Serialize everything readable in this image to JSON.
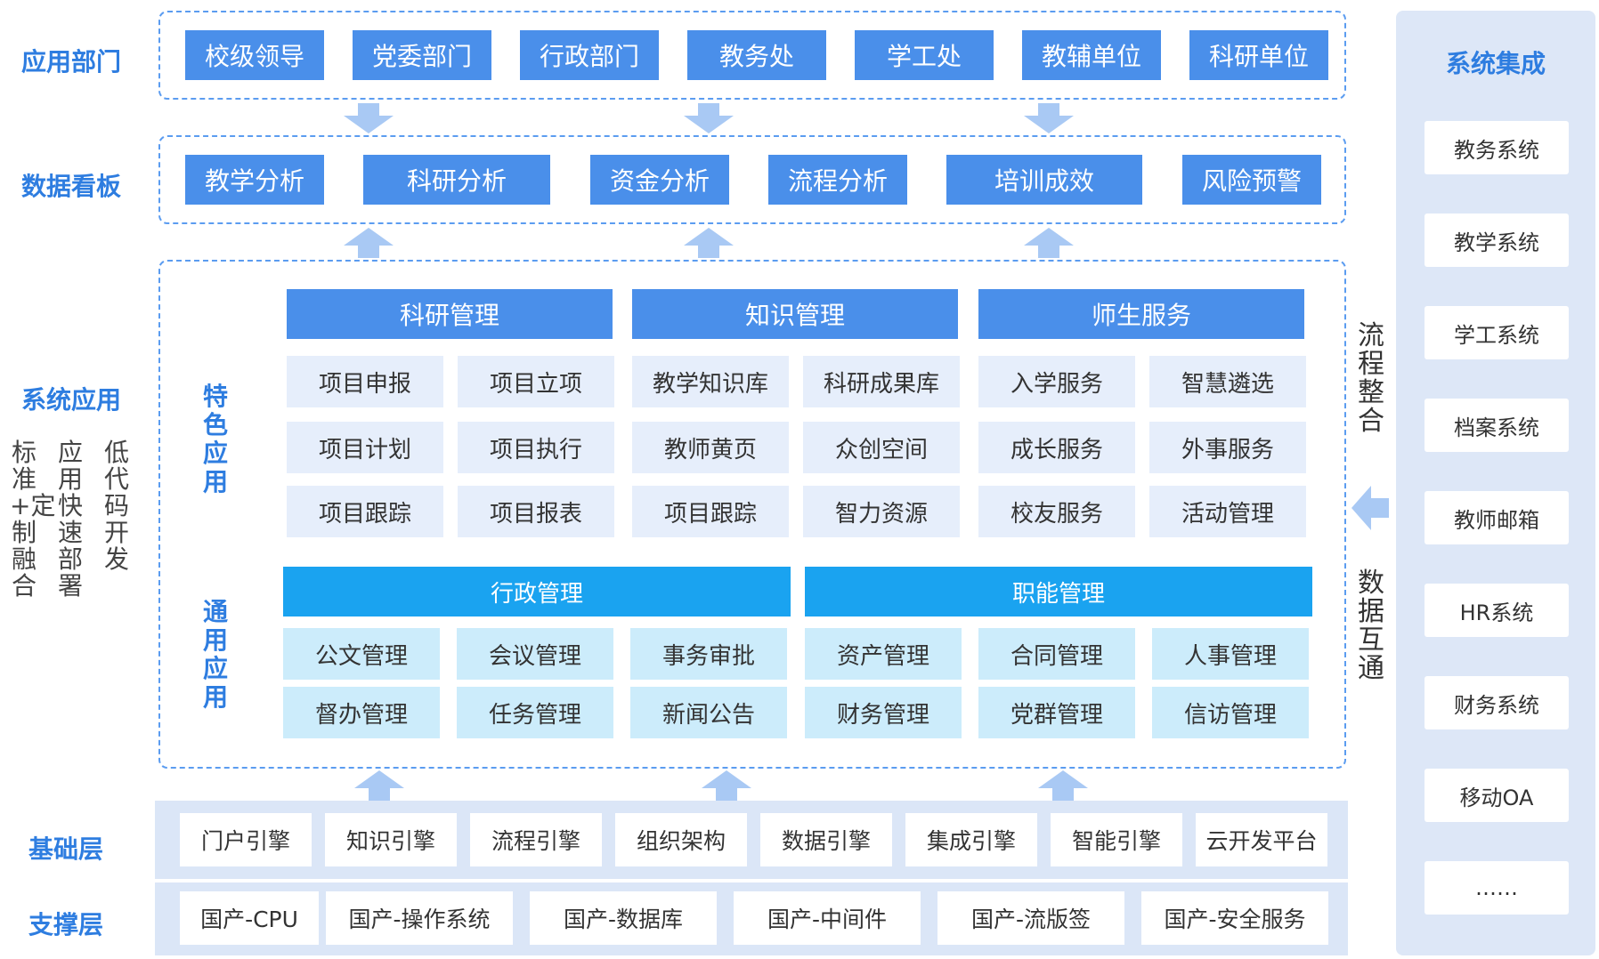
{
  "layers": {
    "app_dept": "应用部门",
    "dashboard": "数据看板",
    "system_app": "系统应用",
    "base": "基础层",
    "support": "支撑层"
  },
  "left_notes": [
    "低代码开发",
    "应用快速部署",
    "标准+定制融合"
  ],
  "app_depts": [
    "校级领导",
    "党委部门",
    "行政部门",
    "教务处",
    "学工处",
    "教辅单位",
    "科研单位"
  ],
  "dashboards": [
    "教学分析",
    "科研分析",
    "资金分析",
    "流程分析",
    "培训成效",
    "风险预警"
  ],
  "special_label": "特色应用",
  "general_label": "通用应用",
  "special_groups": [
    {
      "title": "科研管理",
      "items": [
        "项目申报",
        "项目立项",
        "项目计划",
        "项目执行",
        "项目跟踪",
        "项目报表"
      ]
    },
    {
      "title": "知识管理",
      "items": [
        "教学知识库",
        "科研成果库",
        "教师黄页",
        "众创空间",
        "项目跟踪",
        "智力资源"
      ]
    },
    {
      "title": "师生服务",
      "items": [
        "入学服务",
        "智慧遴选",
        "成长服务",
        "外事服务",
        "校友服务",
        "活动管理"
      ]
    }
  ],
  "general_groups": [
    {
      "title": "行政管理",
      "items": [
        "公文管理",
        "会议管理",
        "事务审批",
        "督办管理",
        "任务管理",
        "新闻公告"
      ]
    },
    {
      "title": "职能管理",
      "items": [
        "资产管理",
        "合同管理",
        "人事管理",
        "财务管理",
        "党群管理",
        "信访管理"
      ]
    }
  ],
  "base_items": [
    "门户引擎",
    "知识引擎",
    "流程引擎",
    "组织架构",
    "数据引擎",
    "集成引擎",
    "智能引擎",
    "云开发平台"
  ],
  "support_items": [
    "国产-CPU",
    "国产-操作系统",
    "国产-数据库",
    "国产-中间件",
    "国产-流版签",
    "国产-安全服务"
  ],
  "right_labels": {
    "top": "流程整合",
    "bottom": "数据互通"
  },
  "integration": {
    "title": "系统集成",
    "items": [
      "教务系统",
      "教学系统",
      "学工系统",
      "档案系统",
      "教师邮箱",
      "HR系统",
      "财务系统",
      "移动OA",
      "……"
    ]
  },
  "colors": {
    "accent": "#2e7de0",
    "button": "#4a8fea",
    "cyan": "#1aa3f0",
    "arrow": "#a9c9f4"
  }
}
